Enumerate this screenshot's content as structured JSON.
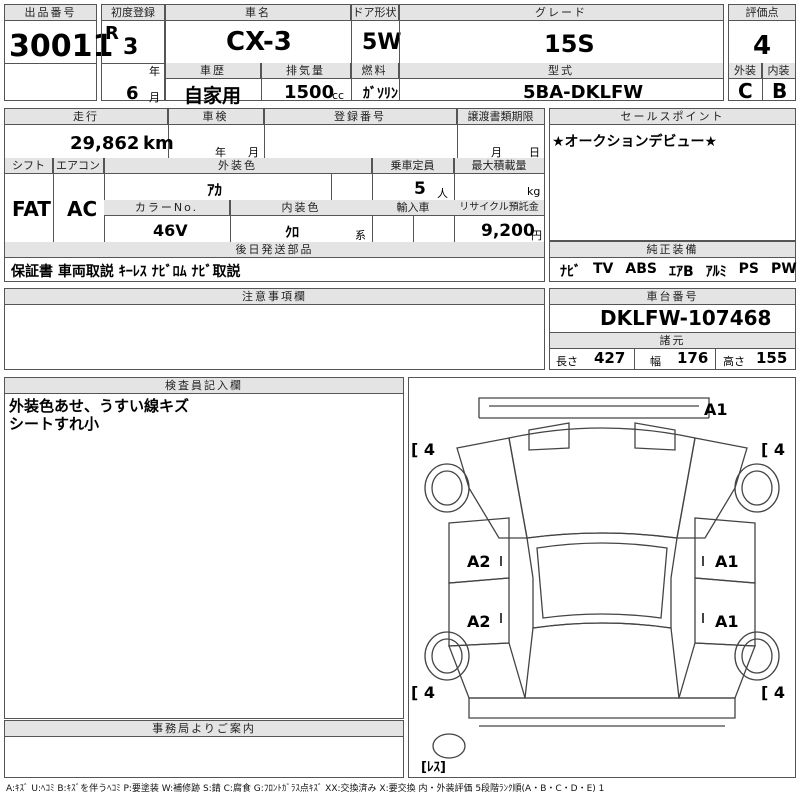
{
  "header": {
    "lot_no_label": "出品番号",
    "lot_no": "30011",
    "first_reg_label": "初度登録",
    "era": "R",
    "year": "3",
    "year_unit": "年",
    "month": "6",
    "month_unit": "月",
    "car_name_label": "車名",
    "car_name": "CX-3",
    "door_label": "ドア形状",
    "door": "5W",
    "grade_label": "グレード",
    "grade": "15S",
    "score_label": "評価点",
    "score": "4",
    "history_label": "車歴",
    "history": "自家用",
    "displacement_label": "排気量",
    "displacement": "1500",
    "displacement_unit": "cc",
    "fuel_label": "燃料",
    "fuel": "ｶﾞｿﾘﾝ",
    "model_label": "型式",
    "model": "5BA-DKLFW",
    "exterior_label": "外装",
    "exterior": "C",
    "interior_label": "内装",
    "interior": "B"
  },
  "spec": {
    "mileage_label": "走行",
    "mileage": "29,862",
    "mileage_unit": "km",
    "inspection_label": "車検",
    "insp_year_unit": "年",
    "insp_month_unit": "月",
    "reg_no_label": "登録番号",
    "transfer_label": "譲渡書類期限",
    "transfer_month_unit": "月",
    "transfer_day_unit": "日",
    "shift_label": "シフト",
    "shift": "FAT",
    "ac_label": "エアコン",
    "ac": "AC",
    "ext_color_label": "外装色",
    "ext_color": "ｱｶ",
    "capacity_label": "乗車定員",
    "capacity": "5",
    "capacity_unit": "人",
    "max_load_label": "最大積載量",
    "max_load_unit": "kg",
    "color_no_label": "カラーNo.",
    "color_no": "46V",
    "int_color_label": "内装色",
    "int_color": "ｸﾛ",
    "int_color_unit": "系",
    "import_label": "輸入車",
    "recycle_label": "リサイクル預託金",
    "recycle": "9,200",
    "recycle_unit": "円",
    "later_parts_label": "後日発送部品",
    "later_parts": "保証書 車両取説 ｷｰﾚｽ ﾅﾋﾞﾛﾑ ﾅﾋﾞ取説"
  },
  "sales_point": {
    "label": "セールスポイント",
    "text": "★オークションデビュー★"
  },
  "equipment": {
    "label": "純正装備",
    "items": [
      "ﾅﾋﾞ",
      "TV",
      "ABS",
      "ｴｱB",
      "ｱﾙﾐ",
      "PS",
      "PW"
    ]
  },
  "notes": {
    "label": "注意事項欄"
  },
  "chassis": {
    "label": "車台番号",
    "number": "DKLFW-107468"
  },
  "dimensions": {
    "label": "諸元",
    "length_label": "長さ",
    "length": "427",
    "width_label": "幅",
    "width": "176",
    "height_label": "高さ",
    "height": "155"
  },
  "inspector": {
    "label": "検査員記入欄",
    "line1": "外装色あせ、うすい線キズ",
    "line2": "シートすれ小"
  },
  "office": {
    "label": "事務局よりご案内"
  },
  "diagram": {
    "tire_fl": "4",
    "tire_fr": "4",
    "tire_rl": "4",
    "tire_rr": "4",
    "mark_front_bumper": "A1",
    "mark_left_front_door": "A2",
    "mark_left_rear_door": "A2",
    "mark_right_front_door": "A1",
    "mark_right_rear_door": "A1",
    "spare": "ﾚｽ"
  },
  "legend": "A:ｷｽﾞ U:ﾍｺﾐ B:ｷｽﾞを伴うﾍｺﾐ P:要塗装 W:補修跡 S:錆 C:腐食 G:ﾌﾛﾝﾄｶﾞﾗｽ点ｷｽﾞ XX:交換済み X:要交換 内・外装評価 5段階ﾗﾝｸ順(A・B・C・D・E) 1"
}
